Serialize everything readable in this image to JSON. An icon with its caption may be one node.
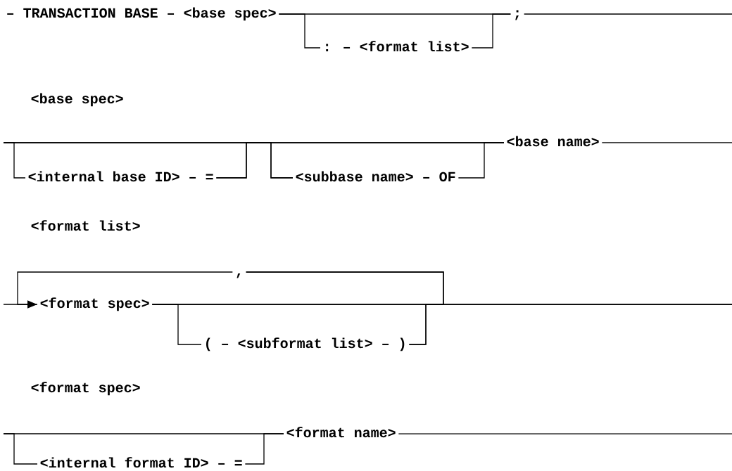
{
  "diagram": {
    "nodes": [
      {
        "text": [
          "– TRANSACTION BASE – <base spec>"
        ]
      },
      {
        "text": [
          ": – <format list>"
        ]
      },
      {
        "text": [
          ";"
        ]
      },
      {
        "text": [
          "<internal base ID> – ="
        ]
      },
      {
        "text": [
          "<subbase name> – OF"
        ]
      },
      {
        "text": [
          "<base name>"
        ]
      },
      {
        "text": [
          "<format spec>"
        ]
      },
      {
        "text": [
          ","
        ]
      },
      {
        "text": [
          "( – <subformat list> – )"
        ]
      },
      {
        "text": [
          "<internal format ID> – ="
        ]
      },
      {
        "text": [
          "<format name>"
        ]
      }
    ],
    "edges": [
      {
        "from": 0,
        "to": 2,
        "arrow": "none"
      },
      {
        "from": 0,
        "to": 1,
        "arrow": "none"
      },
      {
        "from": 1,
        "to": 2,
        "arrow": "none"
      },
      {
        "from": 2,
        "to": null,
        "arrow": "none"
      },
      {
        "from": null,
        "to": 5,
        "arrow": "none"
      },
      {
        "from": null,
        "to": 3,
        "arrow": "none"
      },
      {
        "from": 3,
        "to": 4,
        "arrow": "none"
      },
      {
        "from": 3,
        "to": 5,
        "arrow": "none"
      },
      {
        "from": null,
        "to": 4,
        "arrow": "none"
      },
      {
        "from": 4,
        "to": 5,
        "arrow": "none"
      },
      {
        "from": 5,
        "to": null,
        "arrow": "none"
      },
      {
        "from": null,
        "to": 6,
        "arrow": "none"
      },
      {
        "from": 6,
        "to": null,
        "arrow": "none"
      },
      {
        "from": 6,
        "to": 8,
        "arrow": "none"
      },
      {
        "from": 8,
        "to": null,
        "arrow": "none"
      },
      {
        "from": 6,
        "to": 7,
        "arrow": "none"
      },
      {
        "from": 8,
        "to": 7,
        "arrow": "none"
      },
      {
        "from": 7,
        "to": 6,
        "arrow": "to"
      },
      {
        "from": null,
        "to": 10,
        "arrow": "none"
      },
      {
        "from": null,
        "to": 9,
        "arrow": "none"
      },
      {
        "from": 9,
        "to": 10,
        "arrow": "none"
      },
      {
        "from": 10,
        "to": null,
        "arrow": "none"
      }
    ],
    "labels": [
      "<base spec>",
      "<format list>",
      "<format spec>"
    ]
  }
}
